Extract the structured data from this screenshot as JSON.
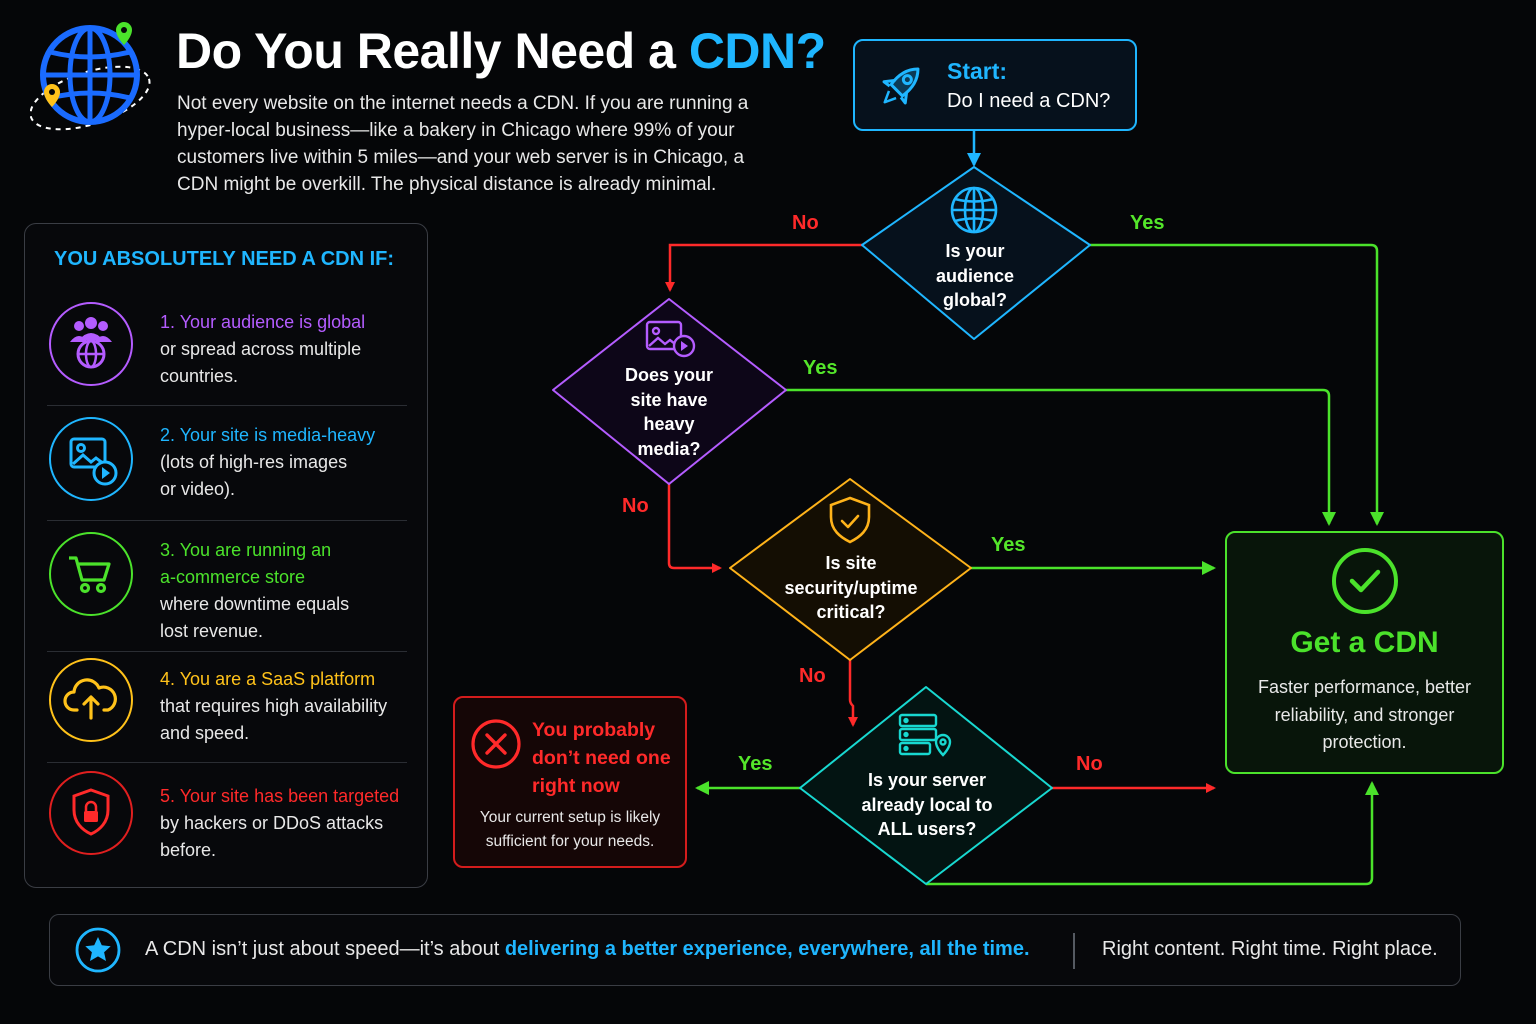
{
  "header": {
    "title_pre": "Do You Really Need a ",
    "title_highlight": "CDN?",
    "intro": "Not every website on the internet needs a CDN. If you are running a hyper-local business—like a bakery in Chicago where 99% of your customers live within 5 miles—and your web server is in Chicago, a CDN might be overkill. The physical distance is already minimal.",
    "logo_icon": "globe-with-map-pins-icon"
  },
  "panel": {
    "heading": "YOU ABSOLUTELY NEED A CDN IF:",
    "reasons": [
      {
        "headline": "1. Your audience is global",
        "lines": [
          "or spread across multiple",
          "countries."
        ],
        "color": "#b45cff",
        "icon": "audience-globe-icon"
      },
      {
        "headline": "2. Your site is media-heavy",
        "lines": [
          "(lots of high-res images",
          "or video)."
        ],
        "color": "#1fb6ff",
        "icon": "image-video-icon"
      },
      {
        "headline_lines": [
          "3. You are running an",
          "a-commerce store"
        ],
        "lines": [
          "where downtime equals",
          "lost revenue."
        ],
        "color": "#4be22b",
        "icon": "shopping-cart-icon"
      },
      {
        "headline": "4. You are a SaaS platform",
        "lines": [
          "that requires high availability",
          "and speed."
        ],
        "color": "#ffc21a",
        "icon": "cloud-upload-icon"
      },
      {
        "headline": "5. Your site has been targeted",
        "lines": [
          "by hackers or DDoS attacks",
          "before."
        ],
        "color": "#ff2a2a",
        "icon": "shield-lock-icon"
      }
    ]
  },
  "flow": {
    "start": {
      "title": "Start:",
      "question": "Do I need a CDN?"
    },
    "q1": {
      "lines": [
        "Is your",
        "audience",
        "global?"
      ]
    },
    "q2": {
      "lines": [
        "Does your",
        "site have",
        "heavy",
        "media?"
      ]
    },
    "q3": {
      "lines": [
        "Is site",
        "security/uptime",
        "critical?"
      ]
    },
    "q4": {
      "lines": [
        "Is your server",
        "already local to",
        "ALL users?"
      ]
    },
    "labels": {
      "no": "No",
      "yes": "Yes"
    },
    "get_cdn": {
      "title": "Get a CDN",
      "description": "Faster performance, better reliability, and stronger protection."
    },
    "no_need": {
      "title": "You probably don’t need one right now",
      "description": "Your current setup is likely sufficient for your needs."
    },
    "colors": {
      "yes": "#4be22b",
      "no": "#ff2a2a",
      "start": "#1fb6ff",
      "q1": "#1fb6ff",
      "q2": "#b45cff",
      "q3": "#ffb31a",
      "q4": "#18d8d0"
    }
  },
  "footer": {
    "text_pre": "A CDN isn’t just about speed—it’s about ",
    "text_highlight": "delivering a better experience, everywhere, all the time.",
    "tagline": "Right content. Right time. Right place.",
    "icon": "star-icon"
  }
}
